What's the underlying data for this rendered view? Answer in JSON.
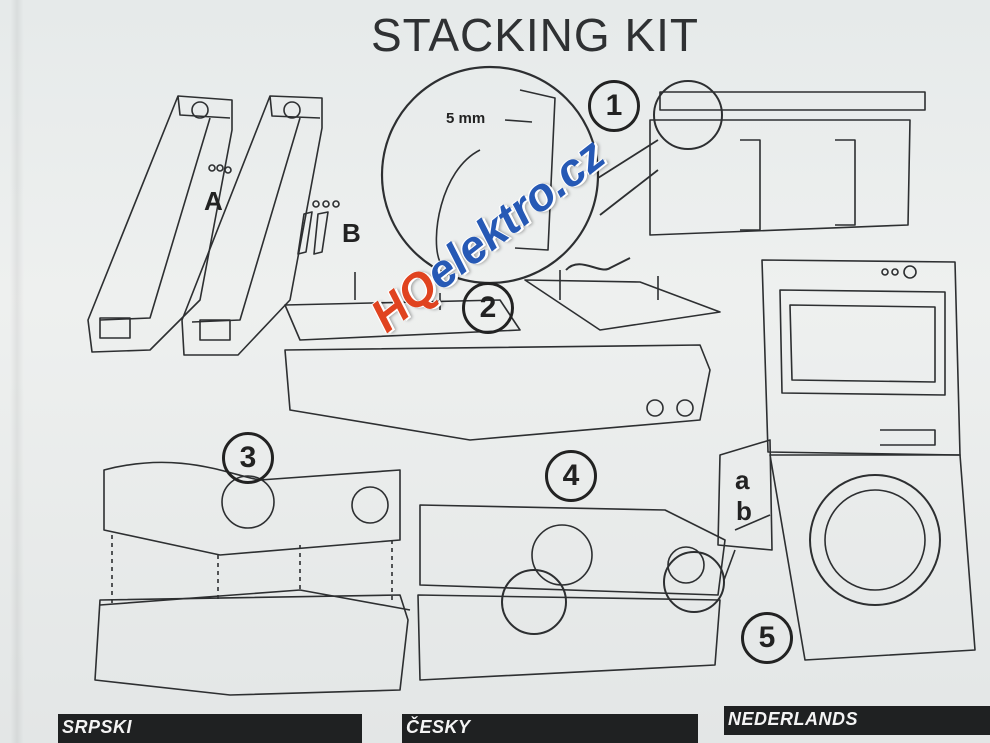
{
  "title": "STACKING KIT",
  "parts": {
    "a_label": "A",
    "b_label": "B"
  },
  "detail": {
    "dimension": "5 mm"
  },
  "steps": [
    "1",
    "2",
    "3",
    "4",
    "5"
  ],
  "step5_labels": {
    "a": "a",
    "b": "b"
  },
  "languages": [
    "SRPSKI",
    "ČESKY",
    "NEDERLANDS"
  ],
  "watermark": {
    "prefix": "HQ",
    "brand": "elektro",
    "suffix": ".cz"
  }
}
